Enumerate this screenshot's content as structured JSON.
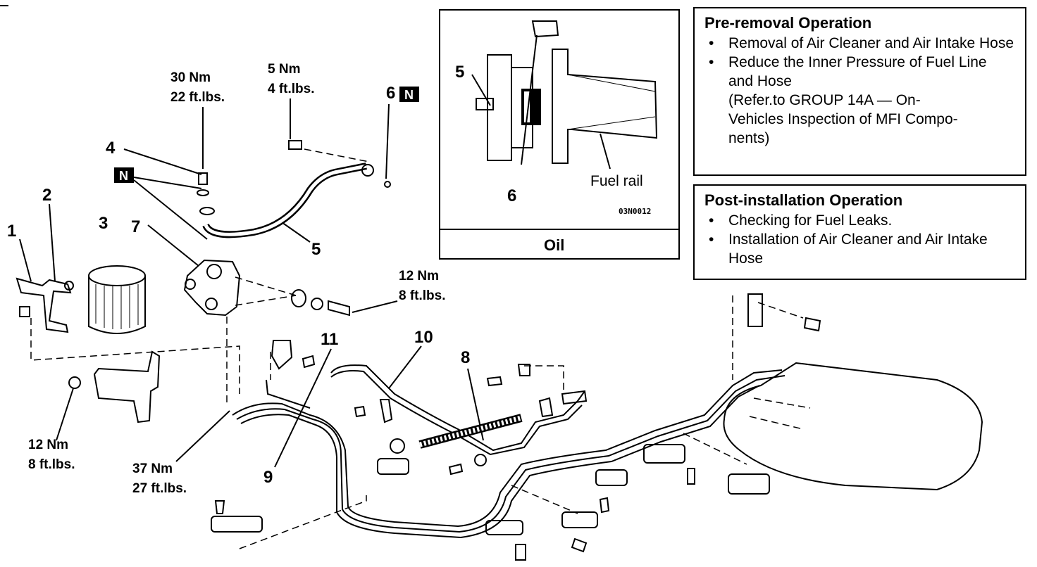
{
  "callouts": {
    "c1": "1",
    "c2": "2",
    "c3": "3",
    "c4": "4",
    "c5": "5",
    "c6": "6",
    "c7": "7",
    "c8": "8",
    "c9": "9",
    "c10": "10",
    "c11": "11",
    "n_tag": "N",
    "n_tag_6": "N"
  },
  "torques": {
    "t30_nm": "30 Nm",
    "t30_ft": "22 ft.lbs.",
    "t5_nm": "5 Nm",
    "t5_ft": "4 ft.lbs.",
    "t12a_nm": "12 Nm",
    "t12a_ft": "8 ft.lbs.",
    "t12b_nm": "12 Nm",
    "t12b_ft": "8 ft.lbs.",
    "t37_nm": "37 Nm",
    "t37_ft": "27 ft.lbs."
  },
  "inset": {
    "num5": "5",
    "num6": "6",
    "fuel_rail": "Fuel rail",
    "code": "03N0012",
    "oil": "Oil"
  },
  "pre_removal": {
    "title": "Pre-removal Operation",
    "items": [
      "Removal of Air Cleaner and Air Intake Hose",
      "Reduce the Inner Pressure of Fuel Line and Hose"
    ],
    "sub_lines": [
      "(Refer.to GROUP 14A — On-",
      "Vehicles Inspection of MFI Compo-",
      "nents)"
    ]
  },
  "post_installation": {
    "title": "Post-installation Operation",
    "items": [
      "Checking for Fuel Leaks.",
      "Installation of Air Cleaner and Air Intake Hose"
    ]
  }
}
